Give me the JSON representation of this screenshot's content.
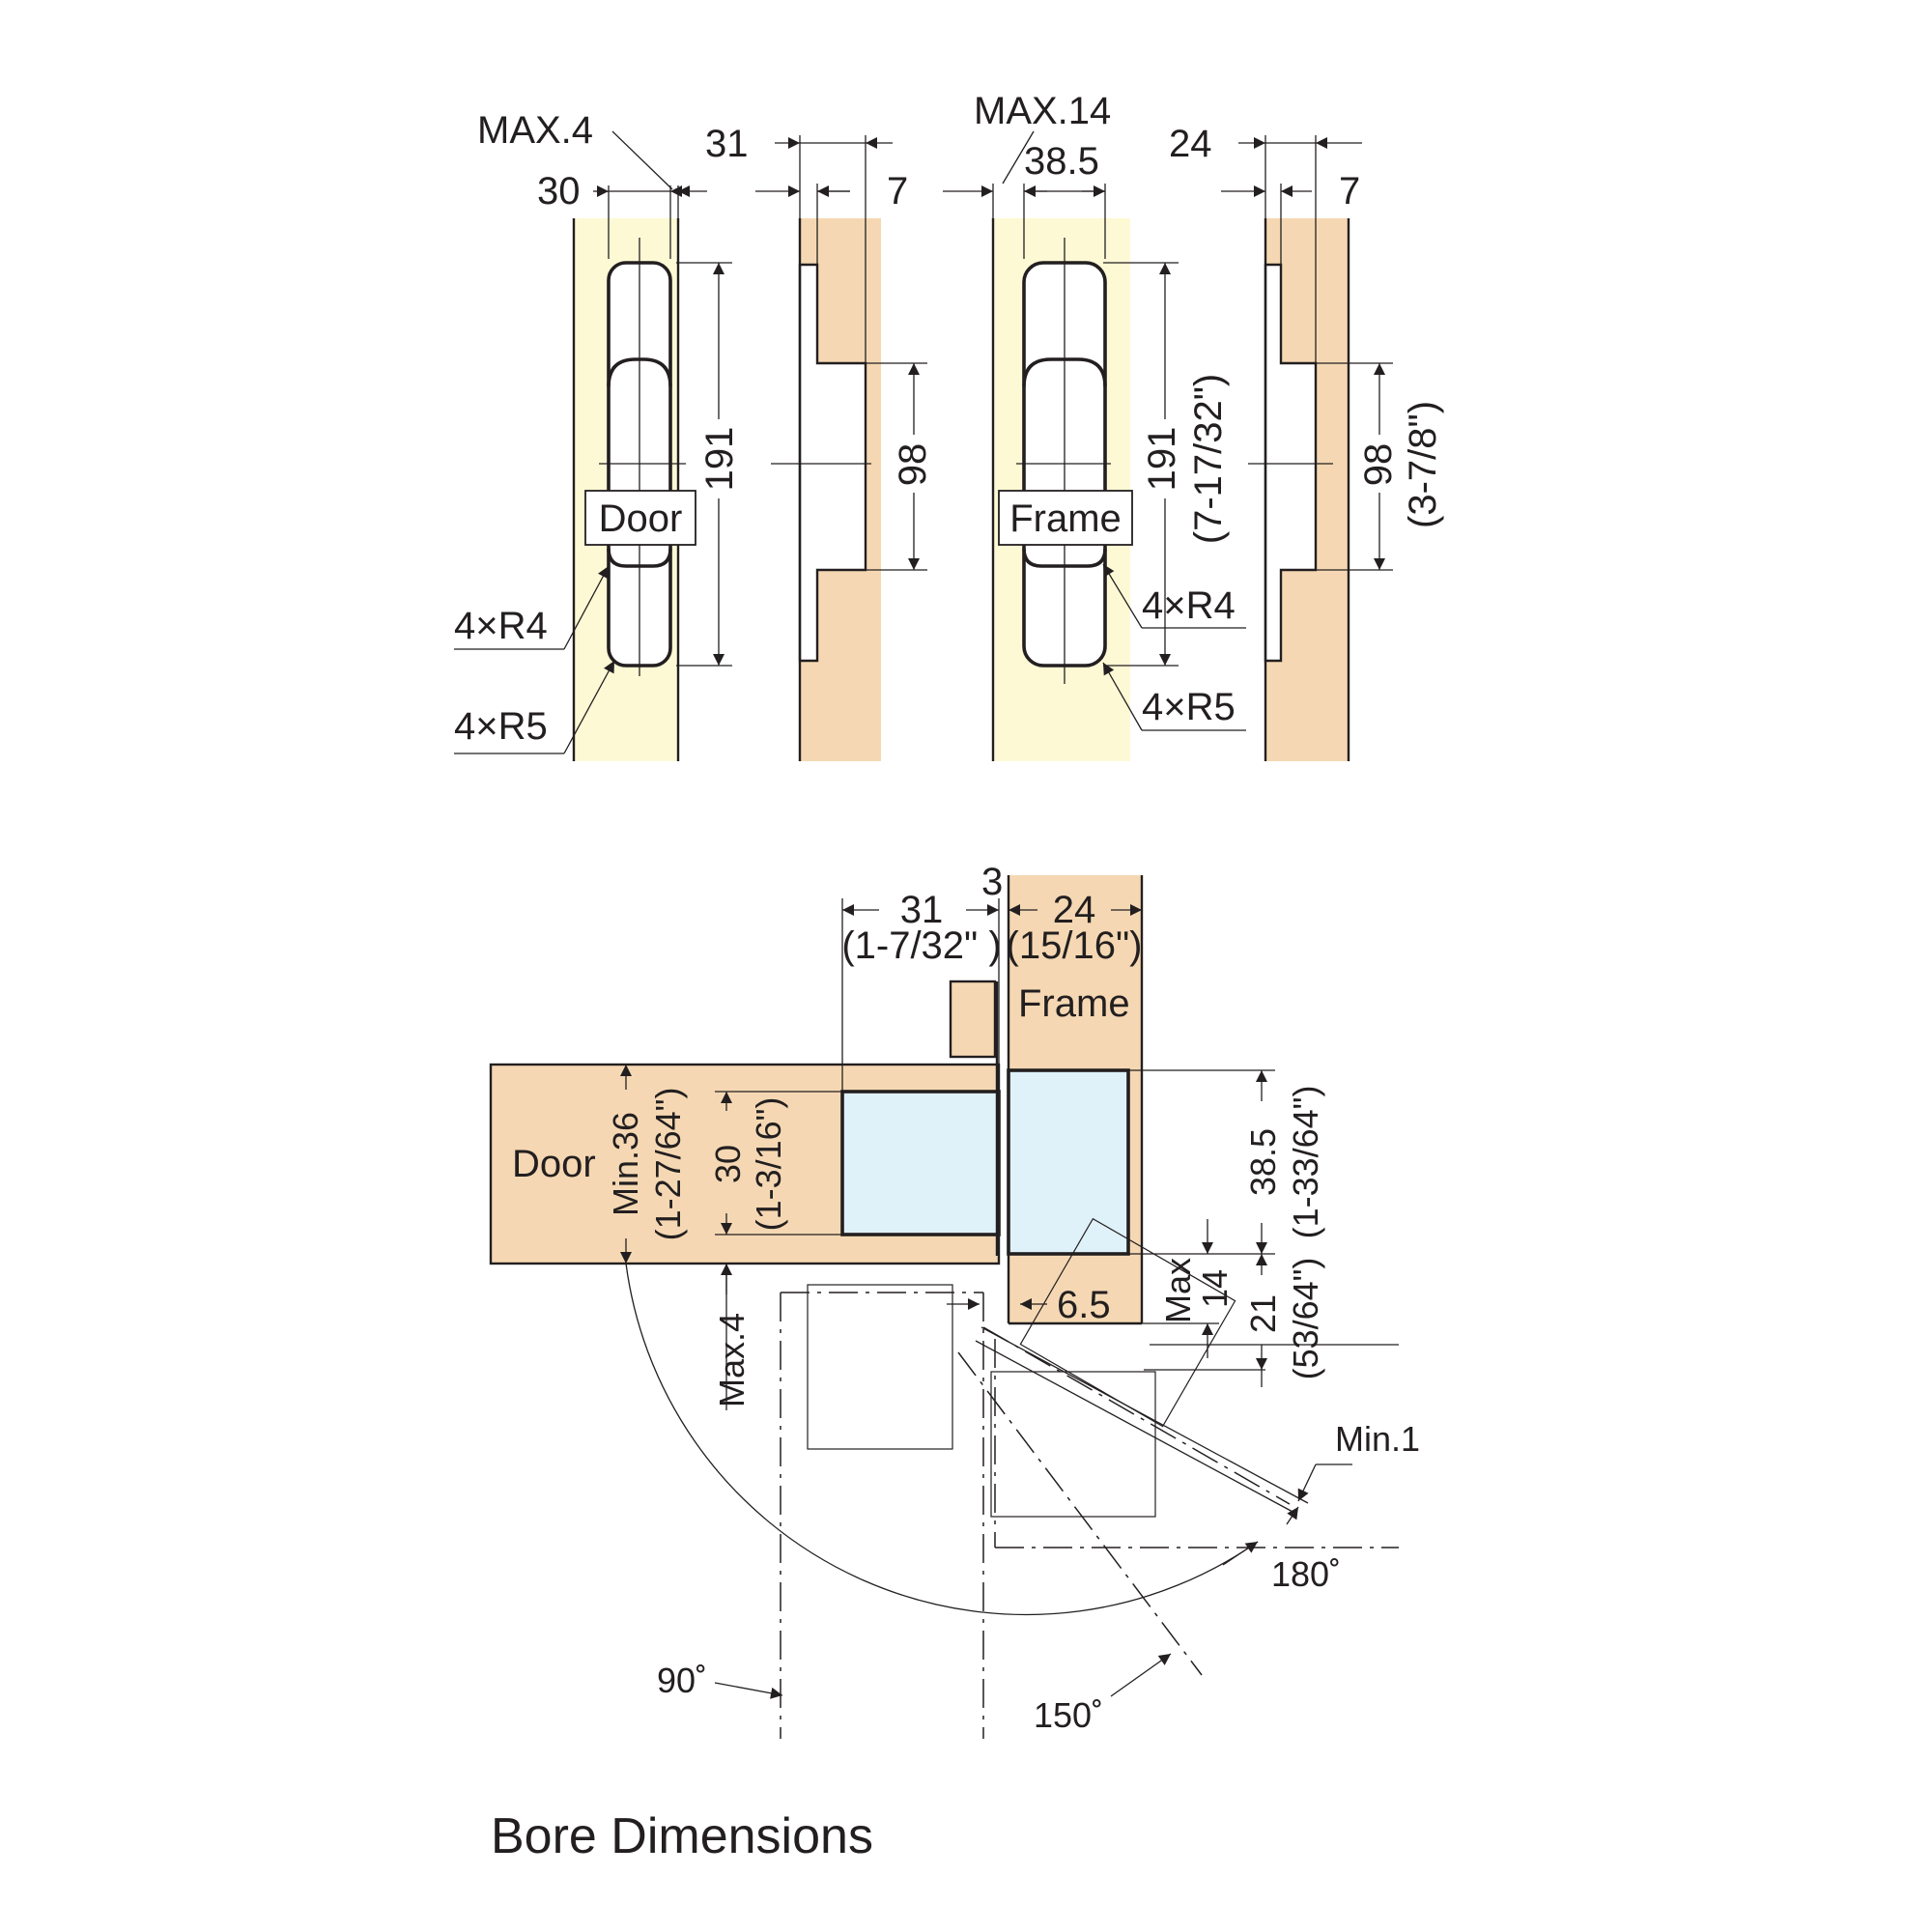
{
  "caption": "Bore Dimensions",
  "colors": {
    "door_fill": "#fdf9d5",
    "frame_fill": "#f5d8b3",
    "bore_fill": "#dff1f9",
    "line": "#231f20"
  },
  "top": {
    "door": {
      "label": "Door",
      "max": "MAX.4",
      "width": "30",
      "length": "191",
      "radius1": "4×R4",
      "radius2": "4×R5"
    },
    "door_side": {
      "depth": "31",
      "offset": "7",
      "length": "98"
    },
    "frame": {
      "label": "Frame",
      "max": "MAX.14",
      "width": "38.5",
      "length": "191",
      "length_in": "(7-17/32\")",
      "radius1": "4×R4",
      "radius2": "4×R5"
    },
    "frame_side": {
      "depth": "24",
      "offset": "7",
      "length": "98",
      "length_in": "(3-7/8\")"
    }
  },
  "bottom": {
    "frame_label": "Frame",
    "door_label": "Door",
    "gap": "3",
    "door_depth": "31",
    "door_depth_in": "(1-7/32\" )",
    "frame_depth": "24",
    "frame_depth_in": "(15/16\")",
    "door_min": "Min.36",
    "door_min_in": "(1-27/64\")",
    "bore_width": "30",
    "bore_width_in": "(1-3/16\")",
    "frame_bore": "38.5",
    "frame_bore_in": "(1-33/64\")",
    "frame_offset": "6.5",
    "max_frame": "Max",
    "max_frame_val": "14",
    "frame_gap": "21",
    "frame_gap_in": "(53/64\")",
    "max_door": "Max.4",
    "min_gap": "Min.1",
    "angle_90": "90˚",
    "angle_150": "150˚",
    "angle_180": "180˚"
  }
}
